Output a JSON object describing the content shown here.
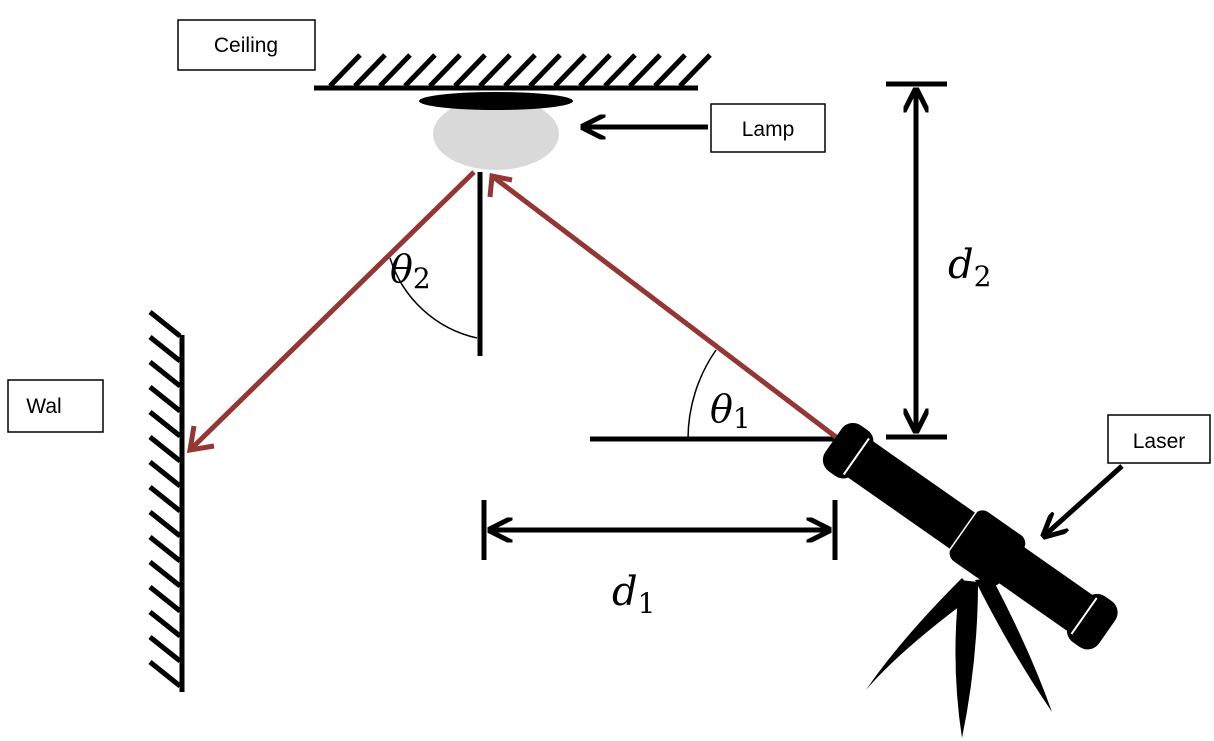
{
  "labels": {
    "ceiling": "Ceiling",
    "lamp": "Lamp",
    "wall": "Wal",
    "laser": "Laser"
  },
  "symbols": {
    "theta": "θ",
    "theta2_sub": "2",
    "theta1_sub": "1",
    "d": "d",
    "d1_sub": "1",
    "d2_sub": "2"
  },
  "colors": {
    "beam": "#943634",
    "lamp_shade": "#d9d9d9",
    "ink": "#000000"
  }
}
